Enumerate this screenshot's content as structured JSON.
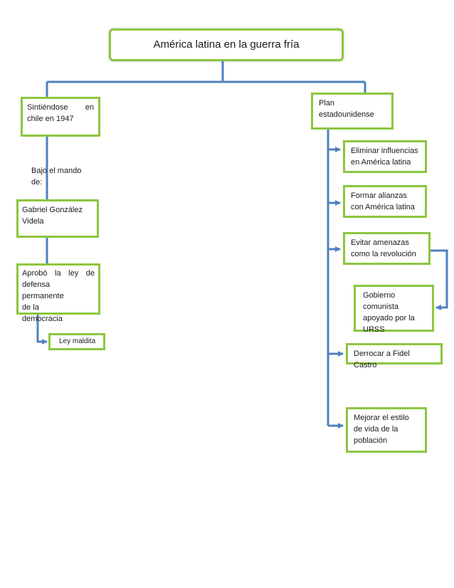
{
  "title": "América latina en la guerra fría",
  "left": {
    "sintiendose_line1": "Sintiéndose en",
    "sintiendose_line2": "chile en 1947",
    "bajo_el_mando": "Bajo el mando de:",
    "gabriel": "Gabriel González Videla",
    "aprobo_line1": "Aprobó la ley de",
    "aprobo_rest": "defensa permanente de la democracia",
    "ley_maldita": "Ley maldita"
  },
  "right": {
    "plan": "Plan estadounidense",
    "eliminar": "Eliminar influencias en América latina",
    "formar": "Formar alianzas con América latina",
    "evitar": "Evitar amenazas como la revolución",
    "gobierno": "Gobierno comunista apoyado por la URSS",
    "derrocar": "Derrocar a Fidel Castro",
    "mejorar": "Mejorar el estilo de vida de la población"
  },
  "colors": {
    "box_border": "#8cc63f",
    "connector": "#4f81bd"
  }
}
